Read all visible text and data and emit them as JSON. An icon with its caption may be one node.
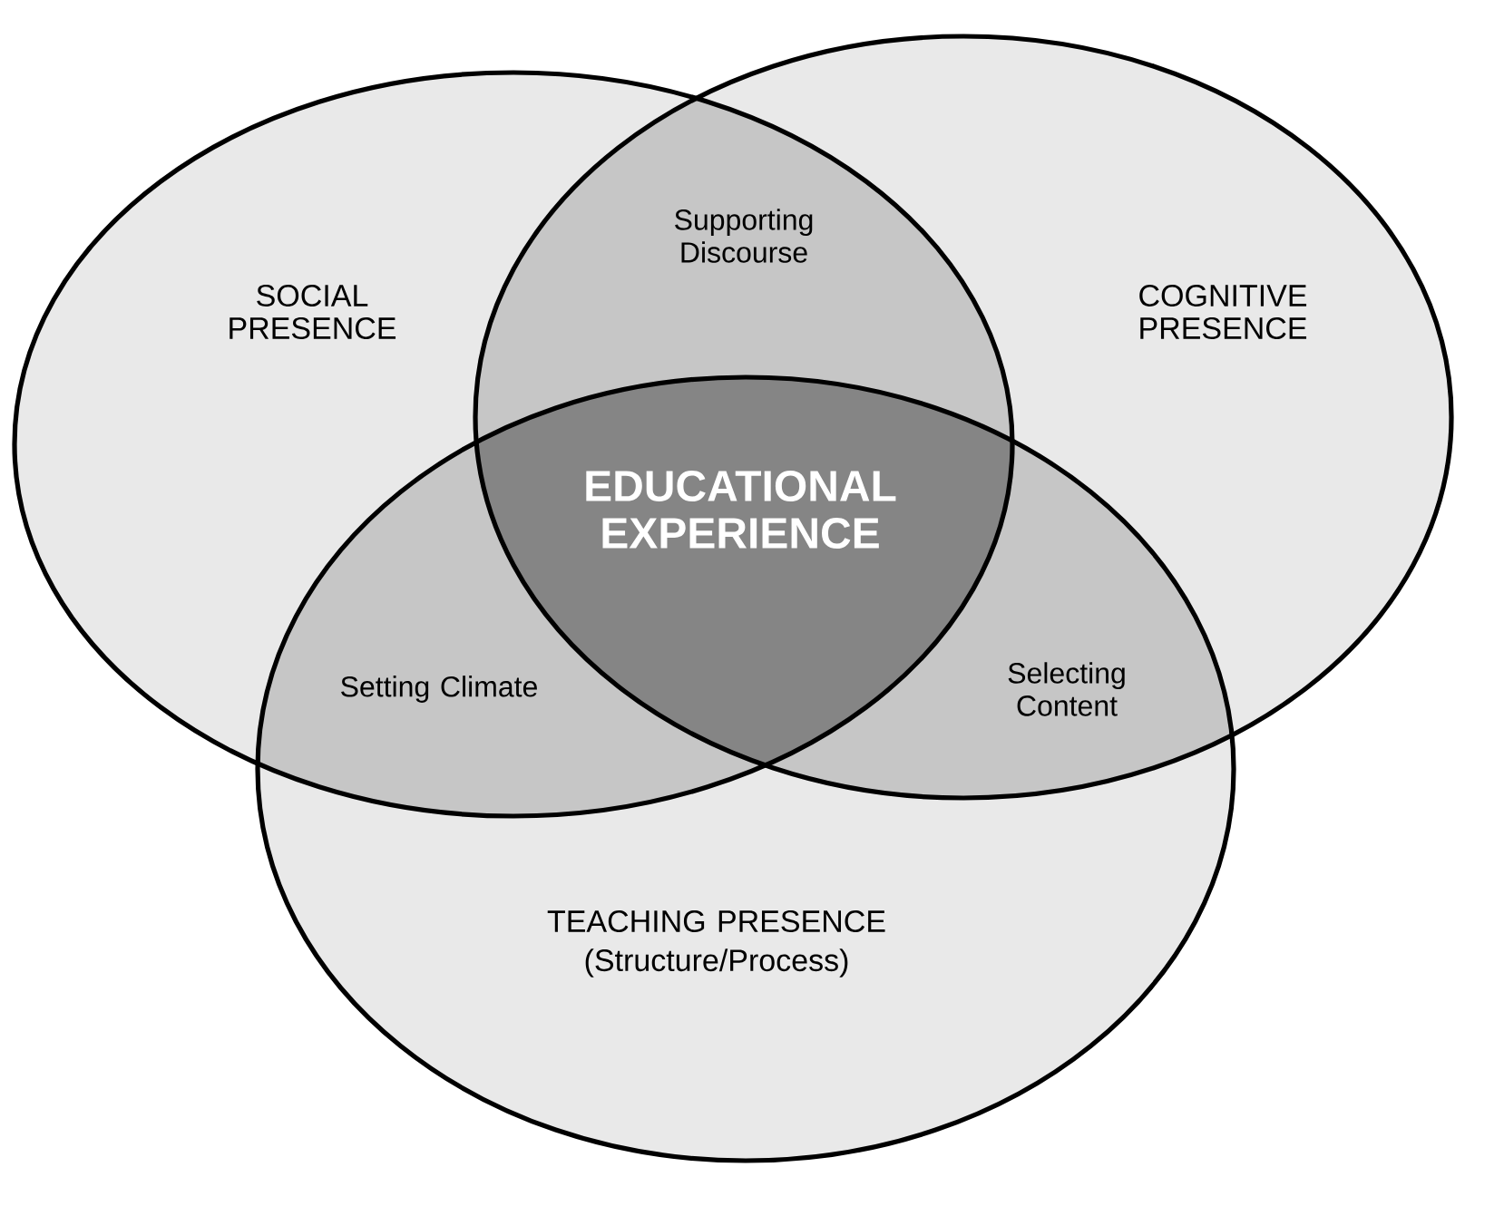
{
  "diagram": {
    "nodes": [
      {
        "text": [
          "SOCIAL PRESENCE"
        ]
      },
      {
        "text": [
          "COGNITIVE PRESENCE"
        ]
      },
      {
        "text": [
          "TEACHING PRESENCE",
          "(Structure/Process)"
        ]
      }
    ],
    "labels": [
      "Supporting Discourse",
      "EDUCATIONAL EXPERIENCE",
      "Setting Climate",
      "Selecting Content"
    ]
  }
}
